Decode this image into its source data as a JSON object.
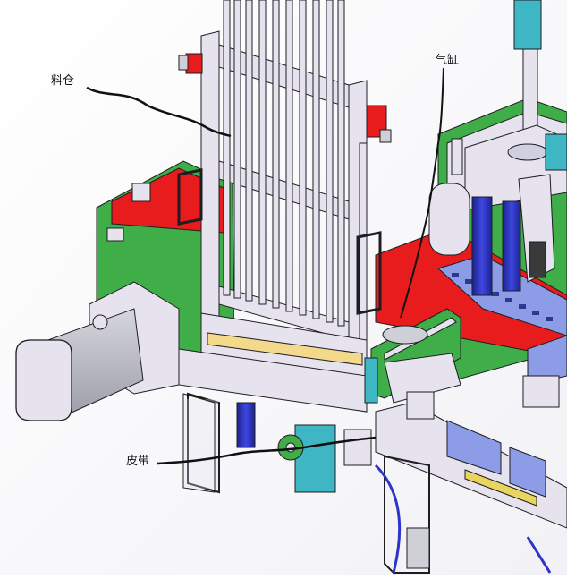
{
  "labels": {
    "hopper": "料仓",
    "cylinder": "气缸",
    "belt": "皮带"
  },
  "colors": {
    "frame": "#e6e2ee",
    "frame_edge": "#2a2a33",
    "green_plate": "#3fae49",
    "red_plate": "#e81c1c",
    "blue_rod": "#2c35c8",
    "motor_gray": "#b7b7c2",
    "cyan_part": "#3fb6c4",
    "slot_blue": "#8d9ce6",
    "annotation_line": "#111111"
  }
}
